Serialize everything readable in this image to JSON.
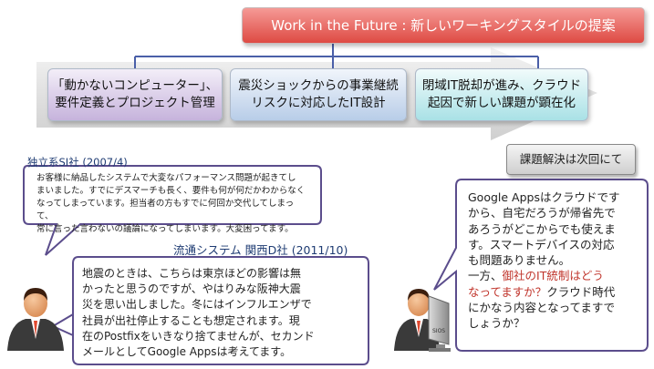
{
  "banner": {
    "title": "Work in the Future : 新しいワーキングスタイルの提案"
  },
  "phases": [
    {
      "text": "「動かないコンピューター」、\n要件定義とプロジェクト管理"
    },
    {
      "text": "震災ショックからの事業継続\nリスクに対応したIT設計"
    },
    {
      "text": "閉域IT脱却が進み、クラウド\n起因で新しい課題が顕在化"
    }
  ],
  "next_note": "課題解決は次回にて",
  "quotes": [
    {
      "source": "独立系SI社 (2007/4)",
      "text": "お客様に納品したシステムで大変なパフォーマンス問題が起きてし\nまいました。すでにデスマーチも長く、要件も何が何だかわからなく\nなってしまっています。担当者の方もすでに何回か交代してしまって、\n常に言った言わないの議論になってしまいます。大変困ってます。"
    },
    {
      "source": "流通システム 関西D社 (2011/10)",
      "text": "地震のときは、こちらは東京ほどの影響は無\nかったと思うのですが、やはりみな阪神大震\n災を思い出しました。冬にはインフルエンザで\n社員が出社停止することも想定されます。現\n在のPostfixをいきなり捨てませんが、セカンド\nメールとしてGoogle Appsは考えてます。"
    },
    {
      "text_before": "Google Appsはクラウドです\nから、自宅だろうが帰省先で\nあろうがどこからでも使えま\nす。スマートデバイスの対応\nも問題ありません。\n一方、",
      "text_highlight": "御社のIT統制はどう\nなってますか？",
      "text_after": "クラウド時代\nにかなう内容となってますで\nしょうか？"
    }
  ],
  "monitor_label": "SIOS",
  "colors": {
    "banner": "#de4a43",
    "phase1": "#c6b3dc",
    "phase2": "#b8cde8",
    "phase3": "#a9e1e6",
    "bubble_border": "#5b4d8c",
    "highlight": "#c0342b",
    "caption": "#1f3c73"
  },
  "icons": [
    "person-icon",
    "person-at-computer-icon"
  ]
}
